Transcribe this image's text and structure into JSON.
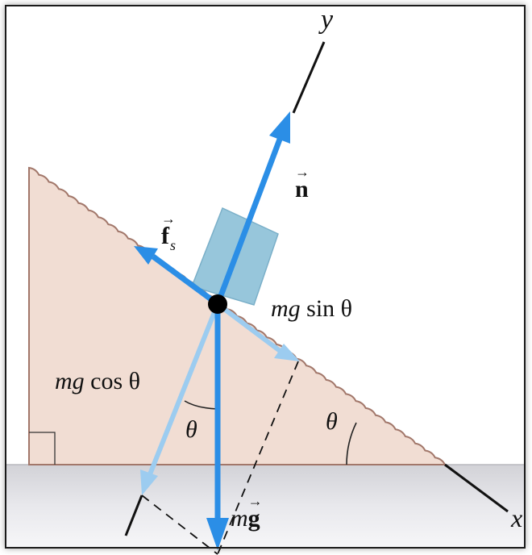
{
  "labels": {
    "y_axis": "y",
    "x_axis": "x",
    "normal_force": "n",
    "static_friction": "f",
    "static_friction_sub": "s",
    "mg_sin_mg": "mg",
    "mg_sin_rest": "sin θ",
    "mg_cos_mg": "mg",
    "mg_cos_rest": "cos θ",
    "weight_m": "m",
    "weight_g": "g",
    "theta_incline": "θ",
    "theta_force": "θ",
    "vector_arrow": "→"
  },
  "colors": {
    "incline_fill": "#f1ddd3",
    "incline_edge": "#a2776a",
    "ground_fill": "#e2e2e6",
    "block_fill": "#8fc2d9",
    "strong_arrow": "#2b8ee6",
    "light_arrow": "#9cccf0",
    "axis": "#111111"
  }
}
